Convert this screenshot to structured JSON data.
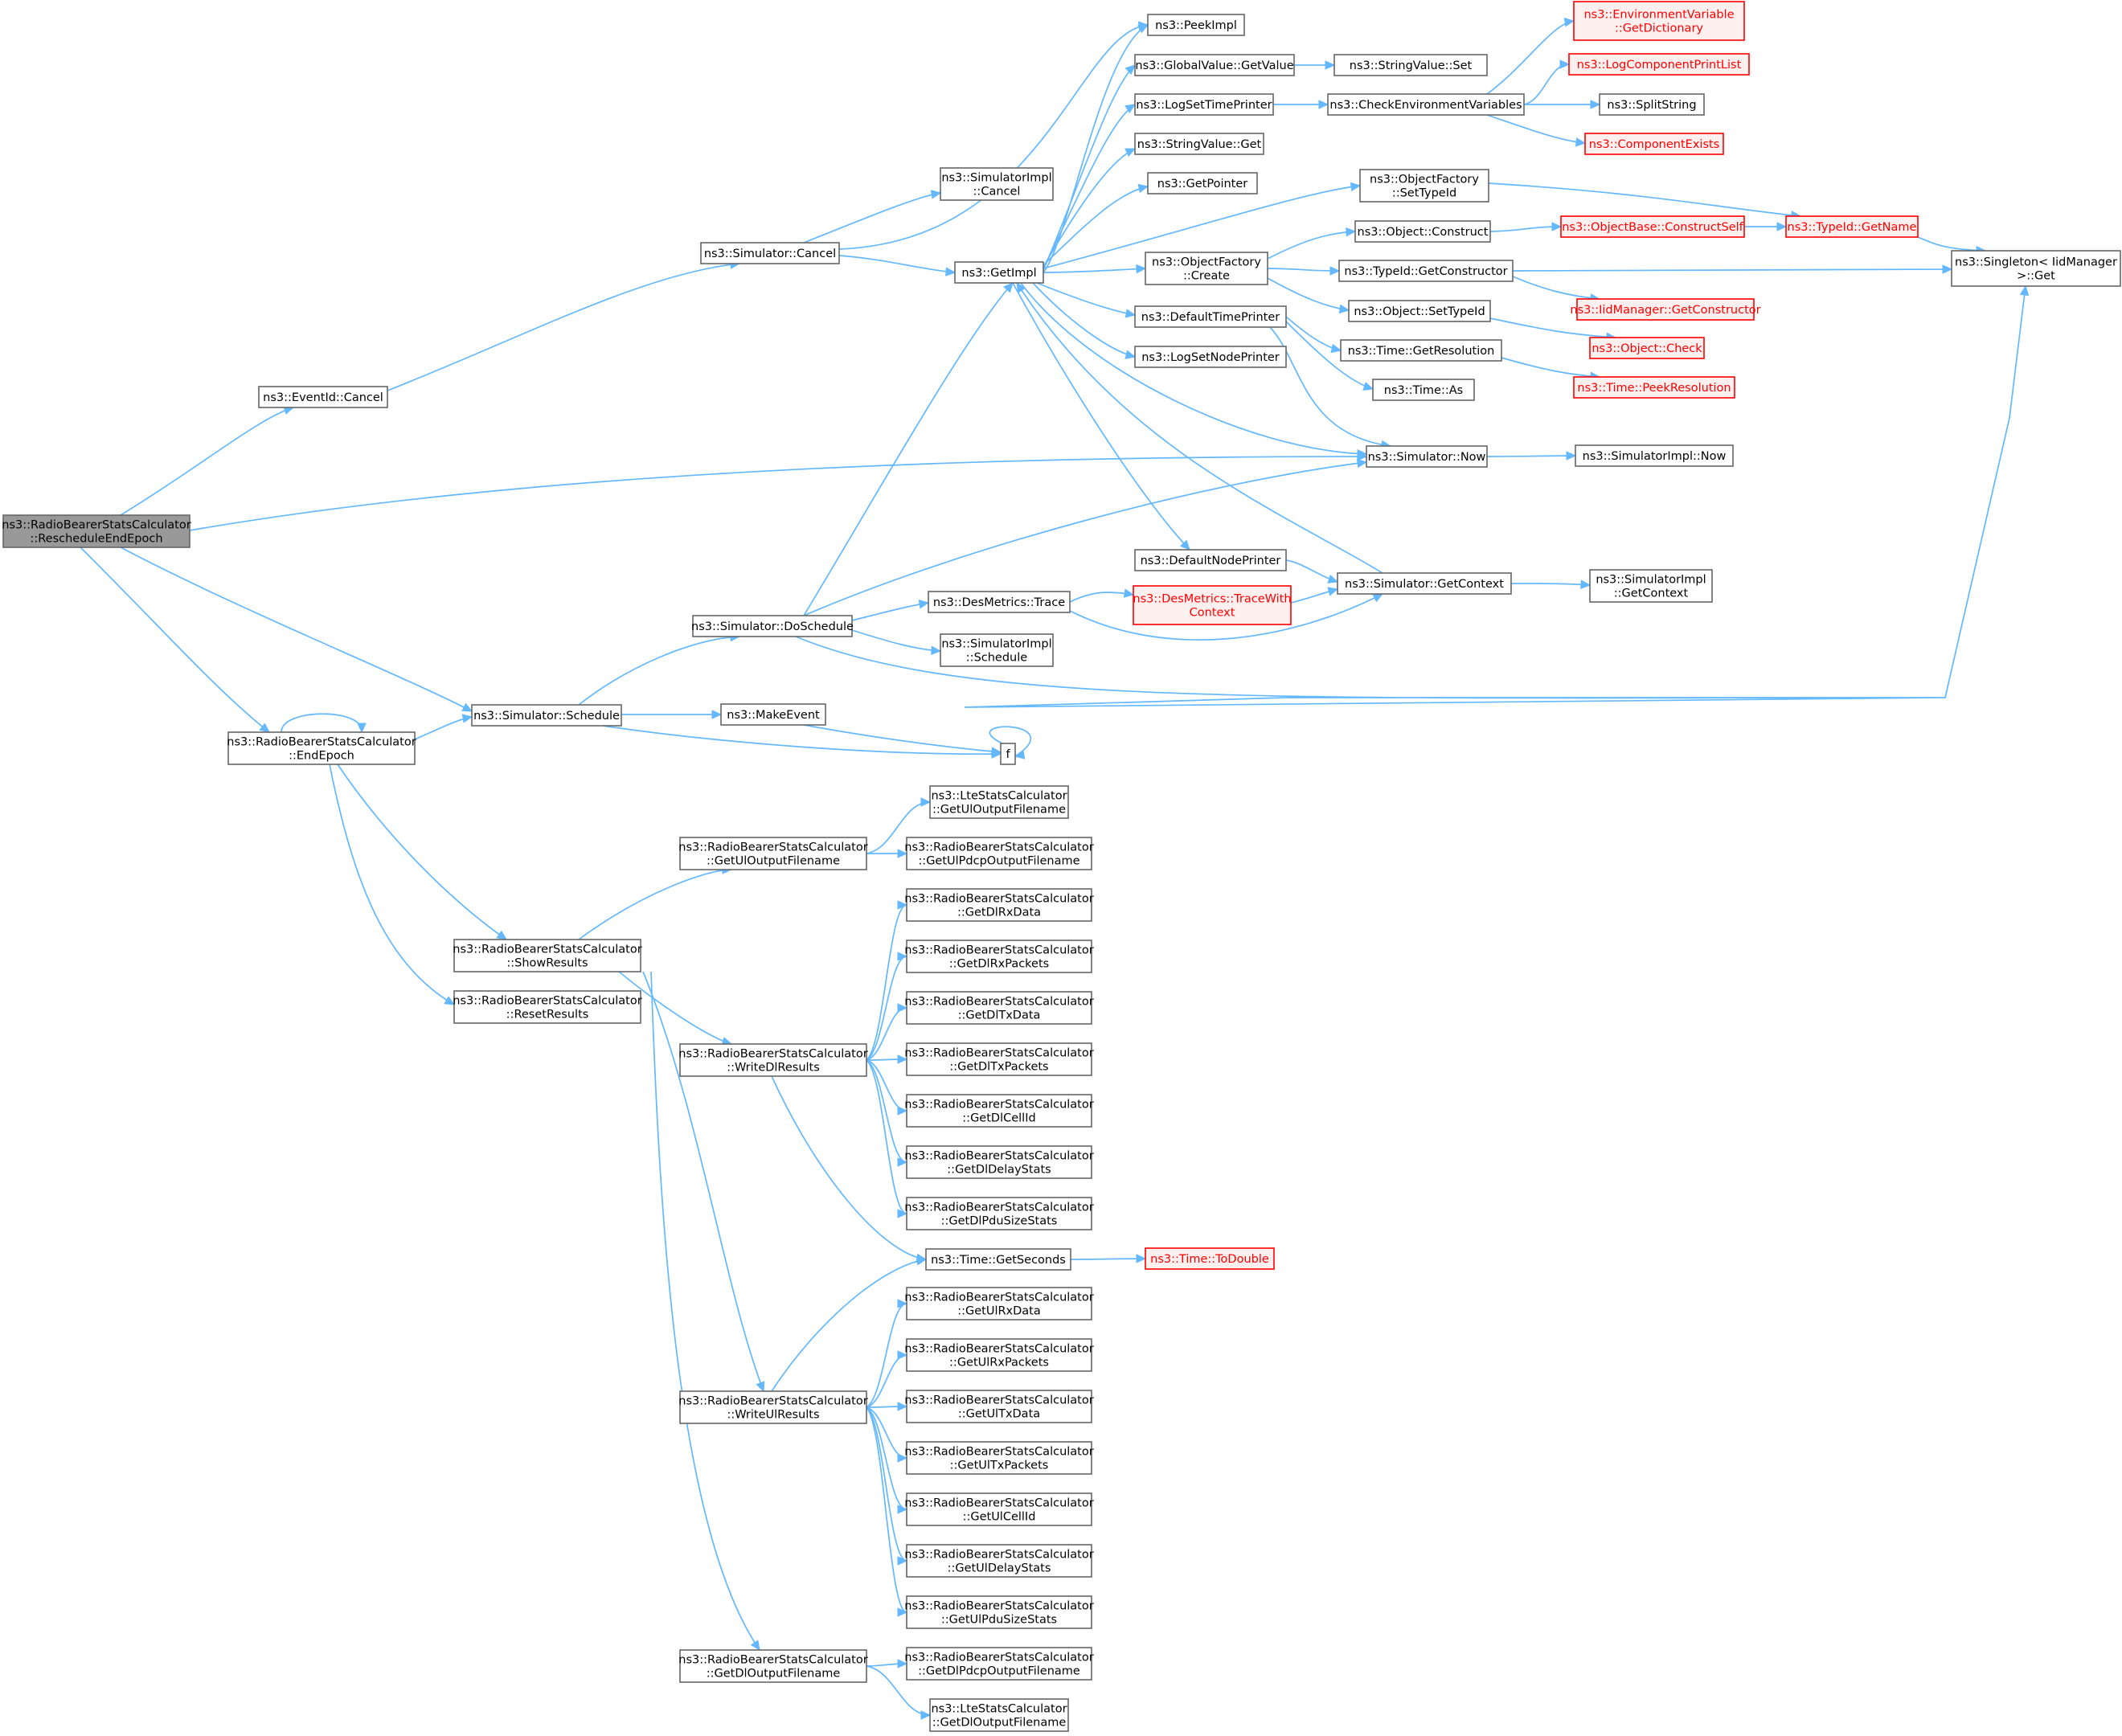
{
  "colors": {
    "node_fill": "#ffffff",
    "node_stroke": "#666666",
    "node_text": "#000000",
    "root_fill": "#999999",
    "root_stroke": "#666666",
    "undoc_fill": "#fff0f0",
    "undoc_stroke": "#ff0000",
    "undoc_text": "#ff0000",
    "edge": "#63b8ff"
  },
  "graph": {
    "nodes": [
      {
        "id": "root",
        "lines": [
          "ns3::RadioBearerStatsCalculator",
          "::RescheduleEndEpoch"
        ],
        "style": "root"
      },
      {
        "id": "eventCancel",
        "lines": [
          "ns3::EventId::Cancel"
        ]
      },
      {
        "id": "endEpoch",
        "lines": [
          "ns3::RadioBearerStatsCalculator",
          "::EndEpoch"
        ]
      },
      {
        "id": "simCancel",
        "lines": [
          "ns3::Simulator::Cancel"
        ]
      },
      {
        "id": "simSchedule",
        "lines": [
          "ns3::Simulator::Schedule"
        ]
      },
      {
        "id": "showResults",
        "lines": [
          "ns3::RadioBearerStatsCalculator",
          "::ShowResults"
        ]
      },
      {
        "id": "resetResults",
        "lines": [
          "ns3::RadioBearerStatsCalculator",
          "::ResetResults"
        ]
      },
      {
        "id": "simImplCancel",
        "lines": [
          "ns3::SimulatorImpl",
          "::Cancel"
        ]
      },
      {
        "id": "getImpl",
        "lines": [
          "ns3::GetImpl"
        ]
      },
      {
        "id": "doSchedule",
        "lines": [
          "ns3::Simulator::DoSchedule"
        ]
      },
      {
        "id": "makeEvent",
        "lines": [
          "ns3::MakeEvent"
        ]
      },
      {
        "id": "f",
        "lines": [
          "f"
        ]
      },
      {
        "id": "getUlOut",
        "lines": [
          "ns3::RadioBearerStatsCalculator",
          "::GetUlOutputFilename"
        ]
      },
      {
        "id": "writeDl",
        "lines": [
          "ns3::RadioBearerStatsCalculator",
          "::WriteDlResults"
        ]
      },
      {
        "id": "writeUl",
        "lines": [
          "ns3::RadioBearerStatsCalculator",
          "::WriteUlResults"
        ]
      },
      {
        "id": "getDlOut",
        "lines": [
          "ns3::RadioBearerStatsCalculator",
          "::GetDlOutputFilename"
        ]
      },
      {
        "id": "desTrace",
        "lines": [
          "ns3::DesMetrics::Trace"
        ]
      },
      {
        "id": "simImplSchedule",
        "lines": [
          "ns3::SimulatorImpl",
          "::Schedule"
        ]
      },
      {
        "id": "lteUlOut",
        "lines": [
          "ns3::LteStatsCalculator",
          "::GetUlOutputFilename"
        ]
      },
      {
        "id": "ulPdcpOut",
        "lines": [
          "ns3::RadioBearerStatsCalculator",
          "::GetUlPdcpOutputFilename"
        ]
      },
      {
        "id": "dlRxData",
        "lines": [
          "ns3::RadioBearerStatsCalculator",
          "::GetDlRxData"
        ]
      },
      {
        "id": "dlRxPackets",
        "lines": [
          "ns3::RadioBearerStatsCalculator",
          "::GetDlRxPackets"
        ]
      },
      {
        "id": "dlTxData",
        "lines": [
          "ns3::RadioBearerStatsCalculator",
          "::GetDlTxData"
        ]
      },
      {
        "id": "dlTxPackets",
        "lines": [
          "ns3::RadioBearerStatsCalculator",
          "::GetDlTxPackets"
        ]
      },
      {
        "id": "dlCellId",
        "lines": [
          "ns3::RadioBearerStatsCalculator",
          "::GetDlCellId"
        ]
      },
      {
        "id": "dlDelay",
        "lines": [
          "ns3::RadioBearerStatsCalculator",
          "::GetDlDelayStats"
        ]
      },
      {
        "id": "dlPdu",
        "lines": [
          "ns3::RadioBearerStatsCalculator",
          "::GetDlPduSizeStats"
        ]
      },
      {
        "id": "getSeconds",
        "lines": [
          "ns3::Time::GetSeconds"
        ]
      },
      {
        "id": "ulRxData",
        "lines": [
          "ns3::RadioBearerStatsCalculator",
          "::GetUlRxData"
        ]
      },
      {
        "id": "ulRxPackets",
        "lines": [
          "ns3::RadioBearerStatsCalculator",
          "::GetUlRxPackets"
        ]
      },
      {
        "id": "ulTxData",
        "lines": [
          "ns3::RadioBearerStatsCalculator",
          "::GetUlTxData"
        ]
      },
      {
        "id": "ulTxPackets",
        "lines": [
          "ns3::RadioBearerStatsCalculator",
          "::GetUlTxPackets"
        ]
      },
      {
        "id": "ulCellId",
        "lines": [
          "ns3::RadioBearerStatsCalculator",
          "::GetUlCellId"
        ]
      },
      {
        "id": "ulDelay",
        "lines": [
          "ns3::RadioBearerStatsCalculator",
          "::GetUlDelayStats"
        ]
      },
      {
        "id": "ulPdu",
        "lines": [
          "ns3::RadioBearerStatsCalculator",
          "::GetUlPduSizeStats"
        ]
      },
      {
        "id": "dlPdcpOut",
        "lines": [
          "ns3::RadioBearerStatsCalculator",
          "::GetDlPdcpOutputFilename"
        ]
      },
      {
        "id": "lteDlOut",
        "lines": [
          "ns3::LteStatsCalculator",
          "::GetDlOutputFilename"
        ]
      },
      {
        "id": "peekImpl",
        "lines": [
          "ns3::PeekImpl"
        ]
      },
      {
        "id": "gvGetValue",
        "lines": [
          "ns3::GlobalValue::GetValue"
        ]
      },
      {
        "id": "logSetTime",
        "lines": [
          "ns3::LogSetTimePrinter"
        ]
      },
      {
        "id": "svGet",
        "lines": [
          "ns3::StringValue::Get"
        ]
      },
      {
        "id": "getPointer",
        "lines": [
          "ns3::GetPointer"
        ]
      },
      {
        "id": "ofCreate",
        "lines": [
          "ns3::ObjectFactory",
          "::Create"
        ]
      },
      {
        "id": "defTimePrinter",
        "lines": [
          "ns3::DefaultTimePrinter"
        ]
      },
      {
        "id": "logSetNode",
        "lines": [
          "ns3::LogSetNodePrinter"
        ]
      },
      {
        "id": "defNodePrinter",
        "lines": [
          "ns3::DefaultNodePrinter"
        ]
      },
      {
        "id": "traceWith",
        "lines": [
          "ns3::DesMetrics::TraceWith",
          "Context"
        ],
        "style": "undoc"
      },
      {
        "id": "svSet",
        "lines": [
          "ns3::StringValue::Set"
        ]
      },
      {
        "id": "checkEnv",
        "lines": [
          "ns3::CheckEnvironmentVariables"
        ]
      },
      {
        "id": "ofSetTypeId",
        "lines": [
          "ns3::ObjectFactory",
          "::SetTypeId"
        ]
      },
      {
        "id": "objConstruct",
        "lines": [
          "ns3::Object::Construct"
        ]
      },
      {
        "id": "tidGetCtor",
        "lines": [
          "ns3::TypeId::GetConstructor"
        ]
      },
      {
        "id": "objSetTypeId",
        "lines": [
          "ns3::Object::SetTypeId"
        ]
      },
      {
        "id": "getResolution",
        "lines": [
          "ns3::Time::GetResolution"
        ]
      },
      {
        "id": "timeAs",
        "lines": [
          "ns3::Time::As"
        ]
      },
      {
        "id": "simNow",
        "lines": [
          "ns3::Simulator::Now"
        ]
      },
      {
        "id": "simGetContext",
        "lines": [
          "ns3::Simulator::GetContext"
        ]
      },
      {
        "id": "toDouble",
        "lines": [
          "ns3::Time::ToDouble"
        ],
        "style": "undoc"
      },
      {
        "id": "envGetDict",
        "lines": [
          "ns3::EnvironmentVariable",
          "::GetDictionary"
        ],
        "style": "undoc"
      },
      {
        "id": "logCompPrint",
        "lines": [
          "ns3::LogComponentPrintList"
        ],
        "style": "undoc"
      },
      {
        "id": "splitString",
        "lines": [
          "ns3::SplitString"
        ]
      },
      {
        "id": "compExists",
        "lines": [
          "ns3::ComponentExists"
        ],
        "style": "undoc"
      },
      {
        "id": "obConstructSelf",
        "lines": [
          "ns3::ObjectBase::ConstructSelf"
        ],
        "style": "undoc"
      },
      {
        "id": "iidGetCtor",
        "lines": [
          "ns3::IidManager::GetConstructor"
        ],
        "style": "undoc"
      },
      {
        "id": "objCheck",
        "lines": [
          "ns3::Object::Check"
        ],
        "style": "undoc"
      },
      {
        "id": "peekRes",
        "lines": [
          "ns3::Time::PeekResolution"
        ],
        "style": "undoc"
      },
      {
        "id": "simImplNow",
        "lines": [
          "ns3::SimulatorImpl::Now"
        ]
      },
      {
        "id": "simImplGetCtx",
        "lines": [
          "ns3::SimulatorImpl",
          "::GetContext"
        ]
      },
      {
        "id": "tidGetName",
        "lines": [
          "ns3::TypeId::GetName"
        ],
        "style": "undoc"
      },
      {
        "id": "singletonGet",
        "lines": [
          "ns3::Singleton< IidManager",
          " >::Get"
        ]
      }
    ],
    "edges": [
      [
        "root",
        "eventCancel"
      ],
      [
        "root",
        "simNow"
      ],
      [
        "root",
        "endEpoch"
      ],
      [
        "root",
        "simSchedule"
      ],
      [
        "eventCancel",
        "simCancel"
      ],
      [
        "endEpoch",
        "endEpoch"
      ],
      [
        "endEpoch",
        "simSchedule"
      ],
      [
        "endEpoch",
        "showResults"
      ],
      [
        "endEpoch",
        "resetResults"
      ],
      [
        "simCancel",
        "simImplCancel"
      ],
      [
        "simCancel",
        "peekImpl"
      ],
      [
        "simCancel",
        "getImpl"
      ],
      [
        "simSchedule",
        "doSchedule"
      ],
      [
        "simSchedule",
        "makeEvent"
      ],
      [
        "simSchedule",
        "f"
      ],
      [
        "makeEvent",
        "f"
      ],
      [
        "f",
        "f"
      ],
      [
        "doSchedule",
        "getImpl"
      ],
      [
        "doSchedule",
        "simNow"
      ],
      [
        "doSchedule",
        "desTrace"
      ],
      [
        "doSchedule",
        "simImplSchedule"
      ],
      [
        "doSchedule",
        "singletonGet"
      ],
      [
        "showResults",
        "getUlOut"
      ],
      [
        "showResults",
        "writeDl"
      ],
      [
        "showResults",
        "writeUl"
      ],
      [
        "showResults",
        "getDlOut"
      ],
      [
        "getUlOut",
        "lteUlOut"
      ],
      [
        "getUlOut",
        "ulPdcpOut"
      ],
      [
        "writeDl",
        "dlRxData"
      ],
      [
        "writeDl",
        "dlRxPackets"
      ],
      [
        "writeDl",
        "dlTxData"
      ],
      [
        "writeDl",
        "dlTxPackets"
      ],
      [
        "writeDl",
        "dlCellId"
      ],
      [
        "writeDl",
        "dlDelay"
      ],
      [
        "writeDl",
        "dlPdu"
      ],
      [
        "writeDl",
        "getSeconds"
      ],
      [
        "writeUl",
        "getSeconds"
      ],
      [
        "writeUl",
        "ulRxData"
      ],
      [
        "writeUl",
        "ulRxPackets"
      ],
      [
        "writeUl",
        "ulTxData"
      ],
      [
        "writeUl",
        "ulTxPackets"
      ],
      [
        "writeUl",
        "ulCellId"
      ],
      [
        "writeUl",
        "ulDelay"
      ],
      [
        "writeUl",
        "ulPdu"
      ],
      [
        "getDlOut",
        "dlPdcpOut"
      ],
      [
        "getDlOut",
        "lteDlOut"
      ],
      [
        "getSeconds",
        "toDouble"
      ],
      [
        "getImpl",
        "peekImpl"
      ],
      [
        "getImpl",
        "gvGetValue"
      ],
      [
        "getImpl",
        "logSetTime"
      ],
      [
        "getImpl",
        "svGet"
      ],
      [
        "getImpl",
        "getPointer"
      ],
      [
        "getImpl",
        "ofSetTypeId"
      ],
      [
        "getImpl",
        "ofCreate"
      ],
      [
        "getImpl",
        "defTimePrinter"
      ],
      [
        "getImpl",
        "logSetNode"
      ],
      [
        "getImpl",
        "simNow"
      ],
      [
        "getImpl",
        "defNodePrinter"
      ],
      [
        "gvGetValue",
        "svSet"
      ],
      [
        "logSetTime",
        "checkEnv"
      ],
      [
        "checkEnv",
        "envGetDict"
      ],
      [
        "checkEnv",
        "logCompPrint"
      ],
      [
        "checkEnv",
        "splitString"
      ],
      [
        "checkEnv",
        "compExists"
      ],
      [
        "ofSetTypeId",
        "tidGetName"
      ],
      [
        "ofCreate",
        "objConstruct"
      ],
      [
        "ofCreate",
        "tidGetCtor"
      ],
      [
        "ofCreate",
        "objSetTypeId"
      ],
      [
        "objConstruct",
        "obConstructSelf"
      ],
      [
        "obConstructSelf",
        "tidGetName"
      ],
      [
        "tidGetCtor",
        "singletonGet"
      ],
      [
        "tidGetCtor",
        "iidGetCtor"
      ],
      [
        "objSetTypeId",
        "objCheck"
      ],
      [
        "tidGetName",
        "singletonGet"
      ],
      [
        "defTimePrinter",
        "getResolution"
      ],
      [
        "defTimePrinter",
        "timeAs"
      ],
      [
        "defTimePrinter",
        "simNow"
      ],
      [
        "getResolution",
        "peekRes"
      ],
      [
        "simNow",
        "simImplNow"
      ],
      [
        "defNodePrinter",
        "simGetContext"
      ],
      [
        "desTrace",
        "traceWith"
      ],
      [
        "desTrace",
        "simGetContext"
      ],
      [
        "traceWith",
        "simGetContext"
      ],
      [
        "simGetContext",
        "simImplGetCtx"
      ],
      [
        "simGetContext",
        "getImpl"
      ]
    ]
  }
}
